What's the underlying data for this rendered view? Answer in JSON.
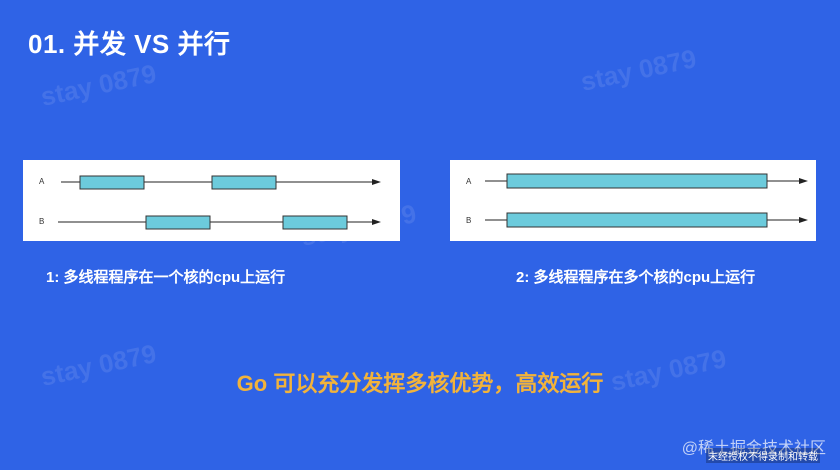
{
  "slide": {
    "title": "01. 并发 VS 并行",
    "left_diagram": {
      "row_labels": [
        "A",
        "B"
      ],
      "bar_color": "#6ccbdc"
    },
    "right_diagram": {
      "row_labels": [
        "A",
        "B"
      ],
      "bar_color": "#6ccbdc"
    },
    "caption_left": "1: 多线程程序在一个核的cpu上运行",
    "caption_right": "2: 多线程程序在多个核的cpu上运行",
    "highlight": "Go 可以充分发挥多核优势，高效运行",
    "watermark": "stay 0879"
  },
  "footer": {
    "brand": "@稀土掘金技术社区",
    "note": "未经授权不得录制和转载"
  },
  "colors": {
    "background": "#2f63e6",
    "highlight": "#f2b33b",
    "bar": "#6ccbdc"
  }
}
